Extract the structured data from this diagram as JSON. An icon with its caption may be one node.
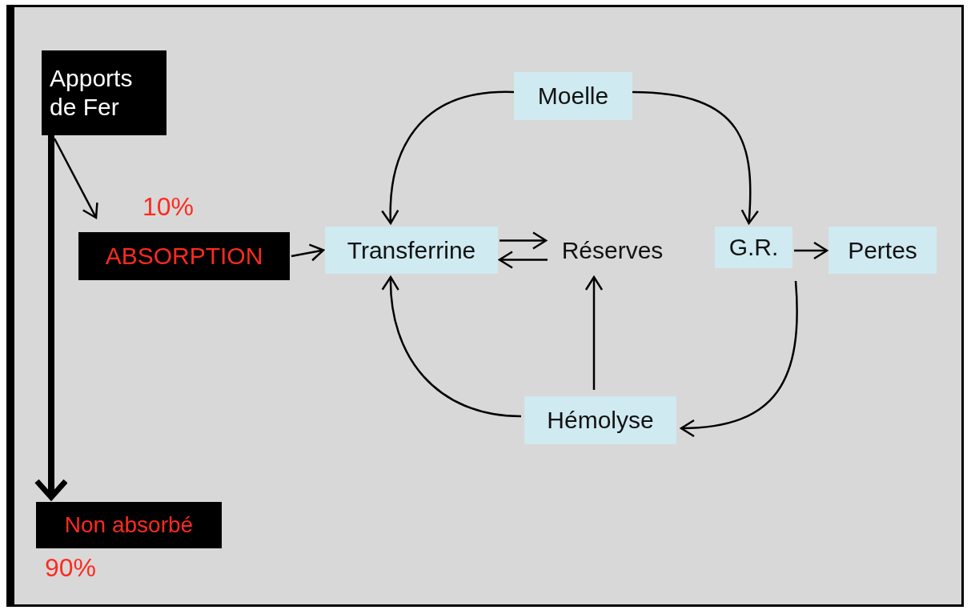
{
  "diagram": {
    "nodes": [
      {
        "text": [
          "Apports de Fer"
        ]
      },
      {
        "text": [
          "ABSORPTION"
        ],
        "beside": [
          "10%"
        ]
      },
      {
        "text": [
          "Transferrine"
        ]
      },
      {
        "text": [
          "Réserves"
        ]
      },
      {
        "text": [
          "Moelle"
        ]
      },
      {
        "text": [
          "G.R."
        ]
      },
      {
        "text": [
          "Pertes"
        ]
      },
      {
        "text": [
          "Hémolyse"
        ]
      },
      {
        "text": [
          "Non absorbé"
        ],
        "beside": [
          "90%"
        ]
      }
    ],
    "edges": [
      {
        "from": 0,
        "to": 1,
        "arrow": "to"
      },
      {
        "from": 0,
        "to": 8,
        "arrow": "to",
        "style": "thick"
      },
      {
        "from": 1,
        "to": 2,
        "arrow": "to"
      },
      {
        "from": 2,
        "to": 3,
        "arrow": "to"
      },
      {
        "from": 3,
        "to": 2,
        "arrow": "to"
      },
      {
        "from": 4,
        "to": 2,
        "arrow": "to"
      },
      {
        "from": 4,
        "to": 5,
        "arrow": "to"
      },
      {
        "from": 5,
        "to": 6,
        "arrow": "to"
      },
      {
        "from": 5,
        "to": 7,
        "arrow": "to"
      },
      {
        "from": 7,
        "to": 2,
        "arrow": "to"
      },
      {
        "from": 7,
        "to": 3,
        "arrow": "to"
      }
    ]
  }
}
